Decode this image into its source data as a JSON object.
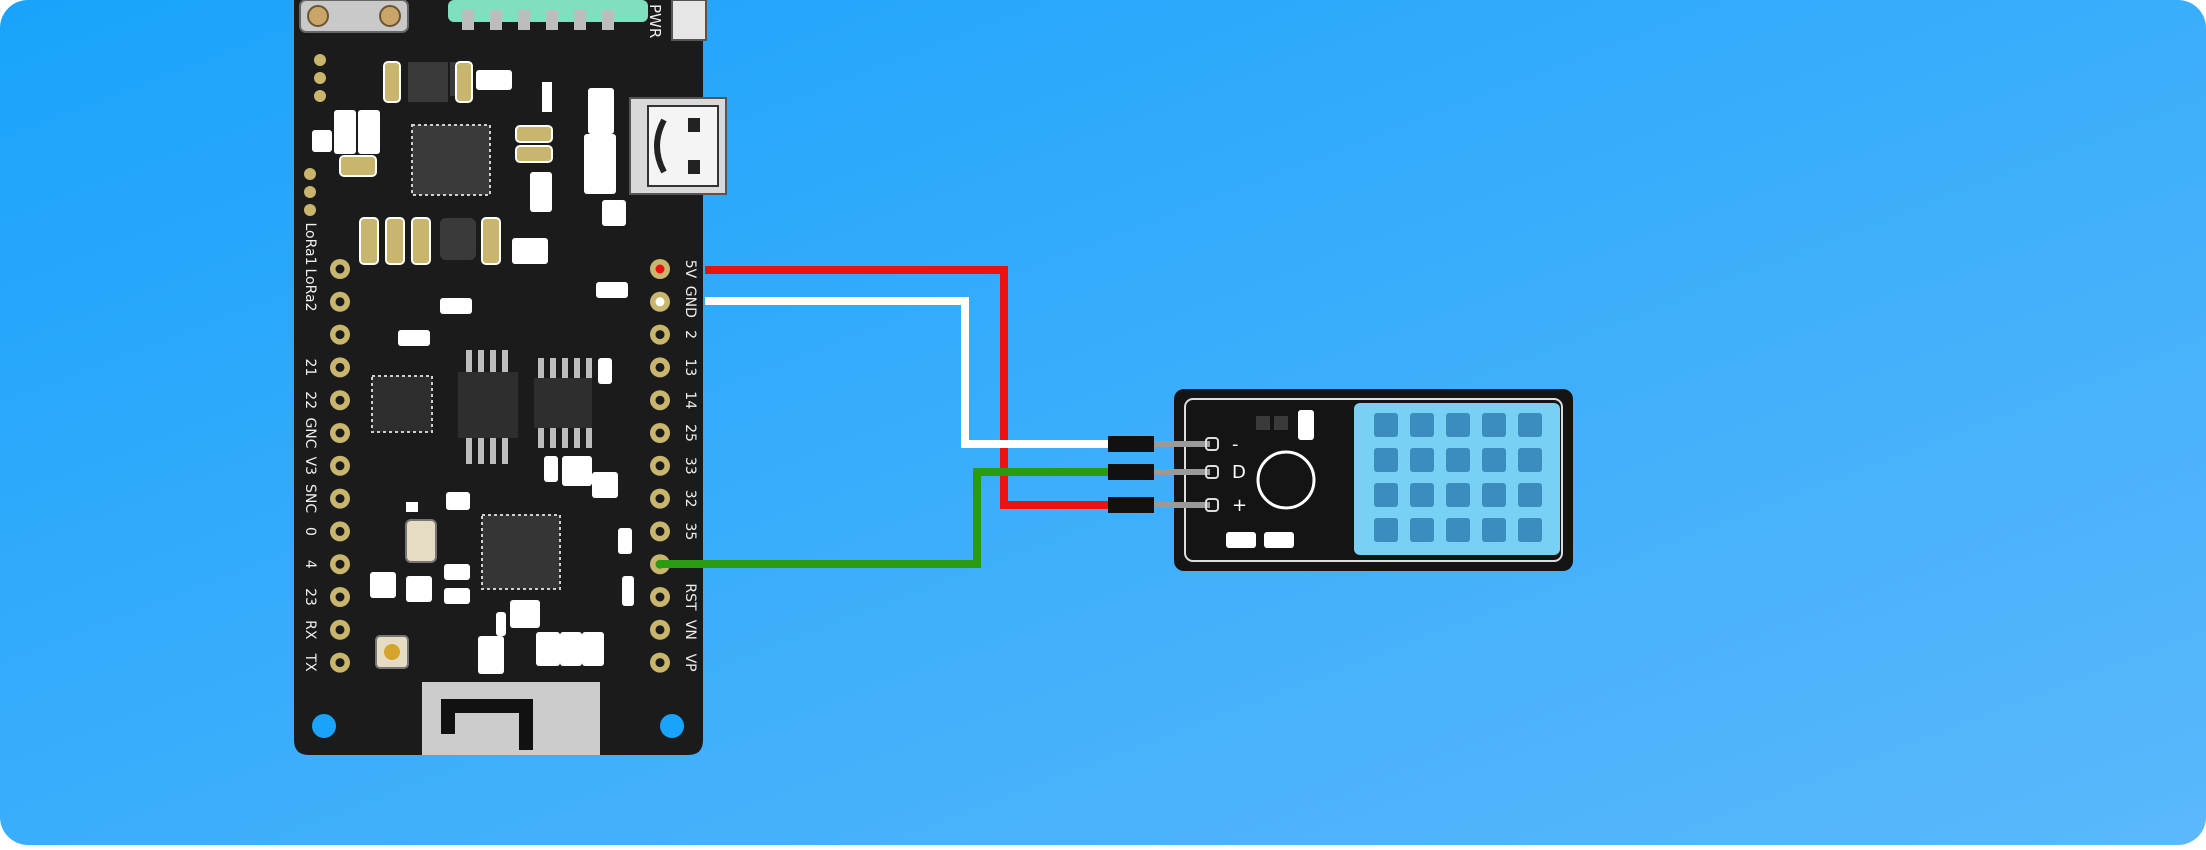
{
  "colors": {
    "bg_start": "#1aa3fb",
    "bg_end": "#5bb8fb",
    "board": "#1b1b1b",
    "pad": "#c8b56e",
    "wire_5v": "#ee1111",
    "wire_gnd": "#ffffff",
    "wire_data": "#2a9a10",
    "sensor_screen": "#79d0f5",
    "sensor_cell": "#3a8dbd"
  },
  "board": {
    "pwr_label": "PWR",
    "left_pins": [
      "LoRa1",
      "LoRa2",
      "",
      "21",
      "22",
      "GNC",
      "V3",
      "SNC",
      "0",
      "4",
      "23",
      "RX",
      "TX"
    ],
    "right_pins": [
      "5V",
      "GND",
      "2",
      "13",
      "14",
      "25",
      "33",
      "32",
      "35",
      "",
      "RST",
      "VN",
      "VP"
    ]
  },
  "sensor": {
    "pins": [
      "-",
      "D",
      "+"
    ]
  },
  "wires": [
    {
      "name": "5v",
      "from": "5V",
      "to": "+"
    },
    {
      "name": "gnd",
      "from": "GND",
      "to": "-"
    },
    {
      "name": "data",
      "from": "pin-after-35",
      "to": "D"
    }
  ]
}
